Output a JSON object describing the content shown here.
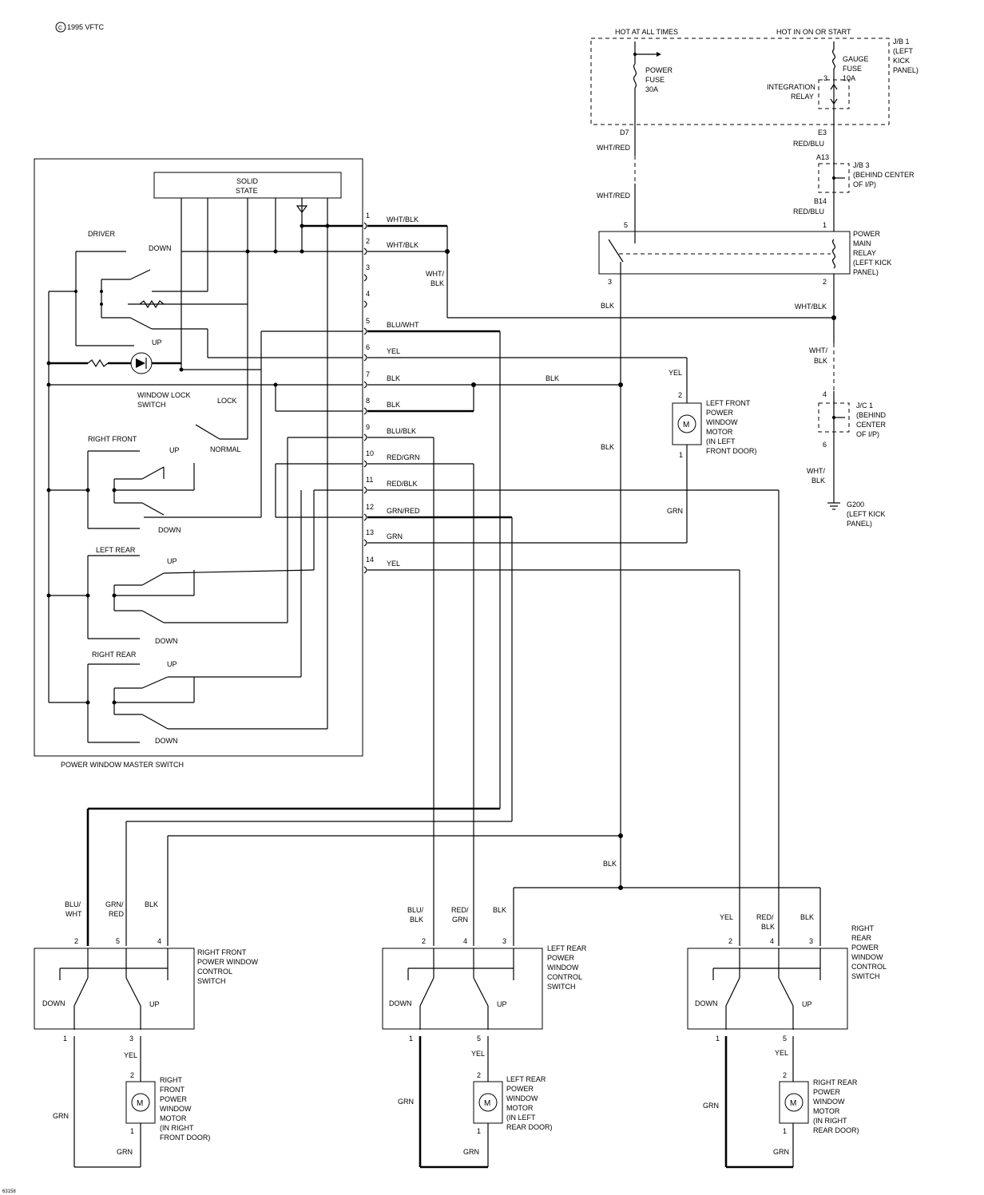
{
  "copyright": "1995 VFTC",
  "top": {
    "hot_always": "HOT AT ALL TIMES",
    "hot_on_start": "HOT IN ON OR START",
    "jb1": [
      "J/B 1",
      "(LEFT",
      "KICK",
      "PANEL)"
    ],
    "power_fuse": [
      "POWER",
      "FUSE",
      "30A"
    ],
    "gauge_fuse": [
      "GAUGE",
      "FUSE",
      "10A"
    ],
    "integration_relay": [
      "INTEGRATION",
      "RELAY"
    ],
    "pin_3": "3",
    "d7": "D7",
    "e3": "E3",
    "wht_red_1": "WHT/RED",
    "wht_red_2": "WHT/RED",
    "red_blu_1": "RED/BLU",
    "a13": "A13",
    "jb3": [
      "J/B 3",
      "(BEHIND CENTER",
      "OF I/P)"
    ],
    "b14": "B14",
    "red_blu_2": "RED/BLU"
  },
  "relay": {
    "pin5": "5",
    "pin1": "1",
    "pin3": "3",
    "pin2": "2",
    "label": [
      "POWER",
      "MAIN",
      "RELAY",
      "(LEFT KICK",
      "PANEL)"
    ]
  },
  "right_side": {
    "wht_blk_a": [
      "WHT/",
      "BLK"
    ],
    "blk_1": "BLK",
    "wht_blk_b": "WHT/BLK",
    "wht_blk_c": [
      "WHT/",
      "BLK"
    ],
    "yel": "YEL",
    "motor_lf_pin2": "2",
    "motor_lf_pin1": "1",
    "motor_lf": [
      "LEFT FRONT",
      "POWER",
      "WINDOW",
      "MOTOR",
      "(IN LEFT",
      "FRONT DOOR)"
    ],
    "grn": "GRN",
    "jc1_pin4": "4",
    "jc1": [
      "J/C 1",
      "(BEHIND",
      "CENTER",
      "OF I/P)"
    ],
    "jc1_pin6": "6",
    "wht_blk_d": [
      "WHT/",
      "BLK"
    ],
    "g200": [
      "G200",
      "(LEFT KICK",
      "PANEL)"
    ],
    "blk_2": "BLK",
    "blk_3": "BLK"
  },
  "master": {
    "solid_state": [
      "SOLID",
      "STATE"
    ],
    "driver": "DRIVER",
    "down": "DOWN",
    "up": "UP",
    "window_lock": [
      "WINDOW LOCK",
      "SWITCH"
    ],
    "lock": "LOCK",
    "normal": "NORMAL",
    "right_front": "RIGHT FRONT",
    "left_rear": "LEFT REAR",
    "right_rear": "RIGHT REAR",
    "rf_up": "UP",
    "rf_down": "DOWN",
    "lr_up": "UP",
    "lr_down": "DOWN",
    "rr_up": "UP",
    "rr_down": "DOWN",
    "title": "POWER WINDOW MASTER SWITCH"
  },
  "pins": [
    {
      "num": "1",
      "wire": "WHT/BLK"
    },
    {
      "num": "2",
      "wire": "WHT/BLK"
    },
    {
      "num": "3",
      "wire": ""
    },
    {
      "num": "4",
      "wire": ""
    },
    {
      "num": "5",
      "wire": "BLU/WHT"
    },
    {
      "num": "6",
      "wire": "YEL"
    },
    {
      "num": "7",
      "wire": "BLK"
    },
    {
      "num": "8",
      "wire": "BLK"
    },
    {
      "num": "9",
      "wire": "BLU/BLK"
    },
    {
      "num": "10",
      "wire": "RED/GRN"
    },
    {
      "num": "11",
      "wire": "RED/BLK"
    },
    {
      "num": "12",
      "wire": "GRN/RED"
    },
    {
      "num": "13",
      "wire": "GRN"
    },
    {
      "num": "14",
      "wire": "YEL"
    }
  ],
  "blk_mid": "BLK",
  "sw_rf": {
    "w1": [
      "BLU/",
      "WHT"
    ],
    "w2": [
      "GRN/",
      "RED"
    ],
    "w3": "BLK",
    "p_a": "2",
    "p_b": "5",
    "p_c": "4",
    "label": [
      "RIGHT FRONT",
      "POWER WINDOW",
      "CONTROL",
      "SWITCH"
    ],
    "down": "DOWN",
    "up": "UP",
    "p1": "1",
    "p3": "3",
    "yel": "YEL",
    "mp2": "2",
    "mp1": "1",
    "motor": [
      "RIGHT",
      "FRONT",
      "POWER",
      "WINDOW",
      "MOTOR",
      "(IN RIGHT",
      "FRONT DOOR)"
    ],
    "grn_l": "GRN",
    "grn_b": "GRN"
  },
  "sw_lr": {
    "w1": [
      "BLU/",
      "BLK"
    ],
    "w2": [
      "RED/",
      "GRN"
    ],
    "w3": "BLK",
    "p_a": "2",
    "p_b": "4",
    "p_c": "3",
    "label": [
      "LEFT REAR",
      "POWER",
      "WINDOW",
      "CONTROL",
      "SWITCH"
    ],
    "down": "DOWN",
    "up": "UP",
    "p1": "1",
    "p5": "5",
    "yel": "YEL",
    "mp2": "2",
    "mp1": "1",
    "motor": [
      "LEFT REAR",
      "POWER",
      "WINDOW",
      "MOTOR",
      "(IN LEFT",
      "REAR DOOR)"
    ],
    "grn_l": "GRN",
    "grn_b": "GRN"
  },
  "sw_rr": {
    "w1": "YEL",
    "w2": [
      "RED/",
      "BLK"
    ],
    "w3": "BLK",
    "p_a": "2",
    "p_b": "4",
    "p_c": "3",
    "label": [
      "RIGHT",
      "REAR",
      "POWER",
      "WINDOW",
      "CONTROL",
      "SWITCH"
    ],
    "down": "DOWN",
    "up": "UP",
    "p1": "1",
    "p5": "5",
    "yel": "YEL",
    "mp2": "2",
    "mp1": "1",
    "motor": [
      "RIGHT REAR",
      "POWER",
      "WINDOW",
      "MOTOR",
      "(IN RIGHT",
      "REAR DOOR)"
    ],
    "grn_l": "GRN",
    "grn_b": "GRN"
  },
  "corner_code": "63158"
}
